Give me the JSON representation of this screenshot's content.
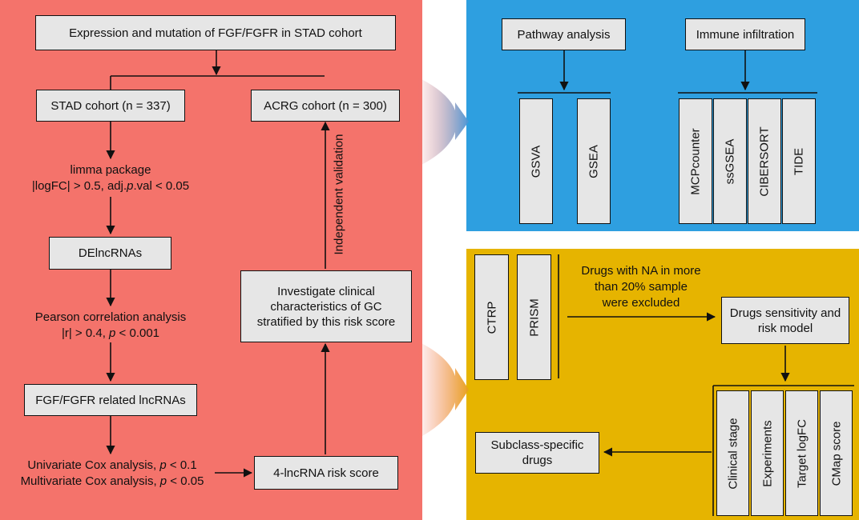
{
  "colors": {
    "left_panel": "#f4736b",
    "blue_panel": "#2e9fe0",
    "gold_panel": "#e6b400",
    "box_fill": "#e6e6e6"
  },
  "left": {
    "title_box": "Expression and mutation of FGF/FGFR in STAD cohort",
    "stad_cohort": "STAD cohort (n = 337)",
    "acrg_cohort": "ACRG cohort (n = 300)",
    "limma_line1": "limma package",
    "limma_line2_a": "|logFC| > 0.5, adj.",
    "limma_line2_b": "p",
    "limma_line2_c": ".val < 0.05",
    "delncrnas": "DElncRNAs",
    "pearson_line1": "Pearson correlation analysis",
    "pearson_line2_a": "|r| > 0.4, ",
    "pearson_line2_b": "p",
    "pearson_line2_c": " < 0.001",
    "fgf_related": "FGF/FGFR related lncRNAs",
    "uni_a": "Univariate Cox analysis, ",
    "uni_b": "p",
    "uni_c": " < 0.1",
    "multi_a": "Multivariate Cox analysis, ",
    "multi_b": "p",
    "multi_c": " < 0.05",
    "risk_score": "4-lncRNA risk score",
    "investigate": "Investigate clinical characteristics of GC stratified by this risk score",
    "independent_validation": "Independent validation"
  },
  "blue": {
    "pathway": "Pathway analysis",
    "immune": "Immune infiltration",
    "pathway_items": [
      "GSVA",
      "GSEA"
    ],
    "immune_items": [
      "MCPcounter",
      "ssGSEA",
      "CIBERSORT",
      "TIDE"
    ]
  },
  "gold": {
    "ctrp": "CTRP",
    "prism": "PRISM",
    "drugs_na_line1": "Drugs with NA in more",
    "drugs_na_line2": "than 20% sample",
    "drugs_na_line3": "were excluded",
    "drugs_sensitivity": "Drugs sensitivity and risk model",
    "subclass": "Subclass-specific drugs",
    "criteria": [
      "Clinical stage",
      "Experiments",
      "Target logFC",
      "CMap score"
    ]
  }
}
